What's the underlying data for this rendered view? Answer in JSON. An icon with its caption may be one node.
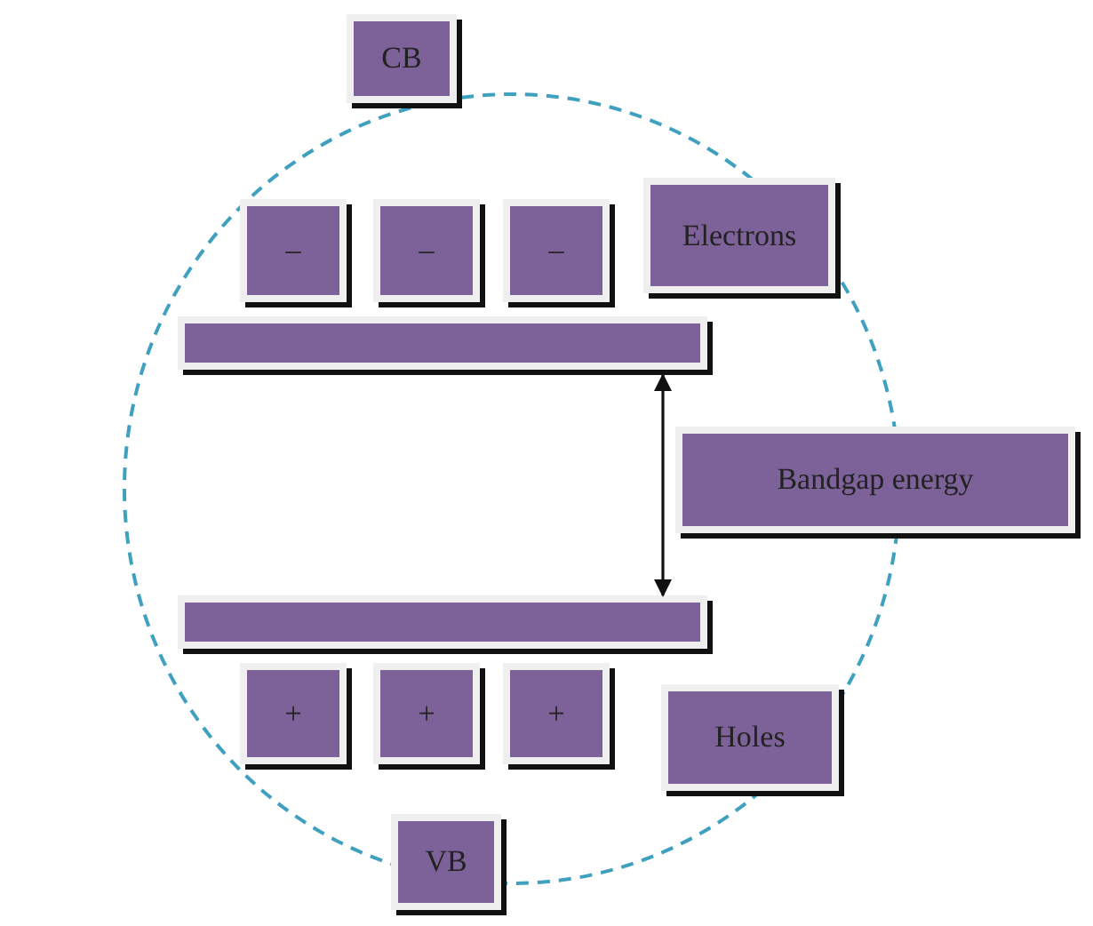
{
  "diagram": {
    "nodes": [
      {
        "text": [
          "CB"
        ]
      },
      {
        "text": [
          "–"
        ]
      },
      {
        "text": [
          "–"
        ]
      },
      {
        "text": [
          "–"
        ]
      },
      {
        "text": [
          "Electrons"
        ]
      },
      {
        "text": [],
        "shape": "bar"
      },
      {
        "text": [
          "Bandgap energy"
        ]
      },
      {
        "text": [],
        "shape": "bar"
      },
      {
        "text": [
          "+"
        ]
      },
      {
        "text": [
          "+"
        ]
      },
      {
        "text": [
          "+"
        ]
      },
      {
        "text": [
          "Holes"
        ]
      },
      {
        "text": [
          "VB"
        ]
      }
    ],
    "edges": [
      {
        "from": 5,
        "to": 7,
        "arrow": "both"
      }
    ]
  }
}
